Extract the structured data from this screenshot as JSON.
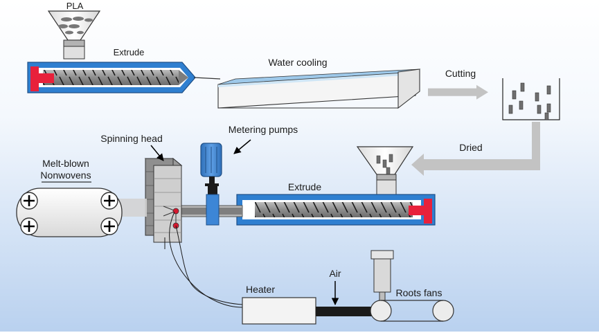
{
  "labels": {
    "pla": "PLA",
    "extrude_top": "Extrude",
    "water_cooling": "Water cooling",
    "cutting": "Cutting",
    "dried": "Dried",
    "metering_pumps": "Metering pumps",
    "spinning_head": "Spinning head",
    "meltblown_line1": "Melt-blown",
    "meltblown_line2": "Nonwovens",
    "extrude_bottom": "Extrude",
    "heater": "Heater",
    "air": "Air",
    "roots_fans": "Roots fans"
  },
  "colors": {
    "background_top": "#ffffff",
    "background_bottom": "#bcd3f0",
    "barrel_blue": "#2f7fd0",
    "screw_gray": "#8a8a8a",
    "end_cap_red": "#e8213b",
    "water_trough": "#cfe6f6",
    "arrow_gray": "#b8b8b8",
    "pump_blue": "#3d86d6",
    "nozzle_red": "#d7192f"
  }
}
